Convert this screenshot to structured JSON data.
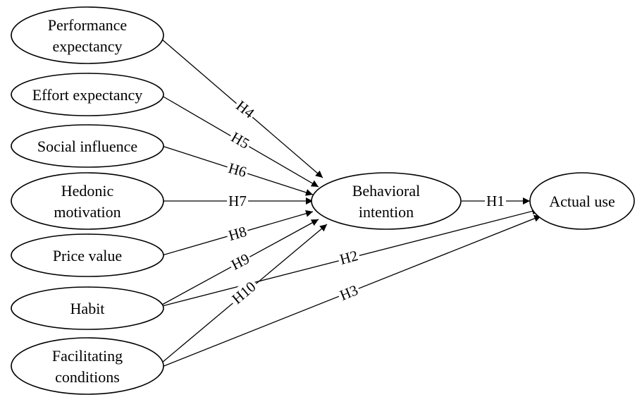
{
  "diagram": {
    "nodes": [
      {
        "id": "pe",
        "lines": [
          "Performance",
          "expectancy"
        ]
      },
      {
        "id": "ee",
        "lines": [
          "Effort expectancy"
        ]
      },
      {
        "id": "si",
        "lines": [
          "Social influence"
        ]
      },
      {
        "id": "hm",
        "lines": [
          "Hedonic",
          "motivation"
        ]
      },
      {
        "id": "pv",
        "lines": [
          "Price value"
        ]
      },
      {
        "id": "hb",
        "lines": [
          "Habit"
        ]
      },
      {
        "id": "fc",
        "lines": [
          "Facilitating",
          "conditions"
        ]
      },
      {
        "id": "bi",
        "lines": [
          "Behavioral",
          "intention"
        ]
      },
      {
        "id": "au",
        "lines": [
          "Actual use"
        ]
      }
    ],
    "edges": [
      {
        "from": "bi",
        "to": "au",
        "label": "H1"
      },
      {
        "from": "hb",
        "to": "au",
        "label": "H2"
      },
      {
        "from": "fc",
        "to": "au",
        "label": "H3"
      },
      {
        "from": "pe",
        "to": "bi",
        "label": "H4"
      },
      {
        "from": "ee",
        "to": "bi",
        "label": "H5"
      },
      {
        "from": "si",
        "to": "bi",
        "label": "H6"
      },
      {
        "from": "hm",
        "to": "bi",
        "label": "H7"
      },
      {
        "from": "pv",
        "to": "bi",
        "label": "H8"
      },
      {
        "from": "hb",
        "to": "bi",
        "label": "H9"
      },
      {
        "from": "fc",
        "to": "bi",
        "label": "H10"
      }
    ]
  }
}
